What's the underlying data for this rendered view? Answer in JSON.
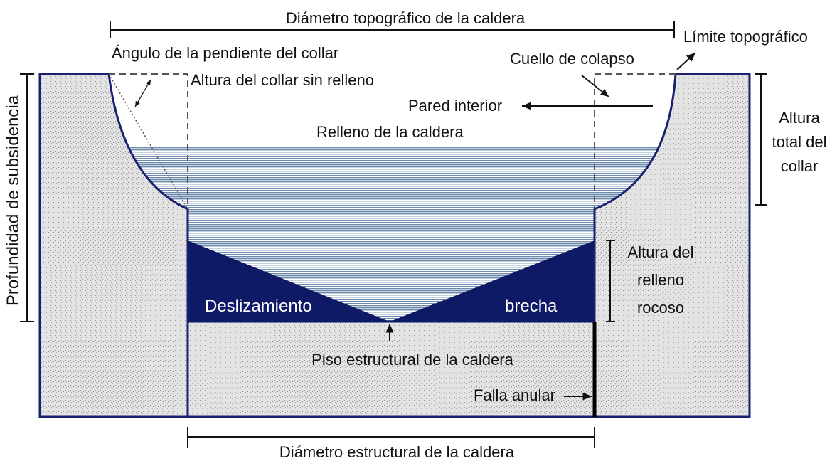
{
  "labels": {
    "topographic_diameter": "Diámetro topográfico de la caldera",
    "topographic_limit": "Límite topográfico",
    "collar_slope_angle": "Ángulo de la pendiente del collar",
    "collapse_neck": "Cuello de colapso",
    "unfilled_collar_height": "Altura del collar sin relleno",
    "inner_wall": "Pared interior",
    "caldera_fill": "Relleno de la caldera",
    "total_collar_height": [
      "Altura",
      "total del",
      "collar"
    ],
    "subsidence_depth": "Profundidad  de subsidencia",
    "rock_fill_height": [
      "Altura del",
      "relleno",
      "rocoso"
    ],
    "landslide": "Deslizamiento",
    "breccia": "brecha",
    "structural_floor": "Piso estructural de la caldera",
    "ring_fault": "Falla anular",
    "structural_diameter": "Diámetro estructural de la caldera"
  },
  "colors": {
    "rock_fill": "#0e1a66",
    "fill_lines": "#6c8aac",
    "ground": "#e3e3e3",
    "outline": "#1a2070",
    "text": "#111111"
  }
}
